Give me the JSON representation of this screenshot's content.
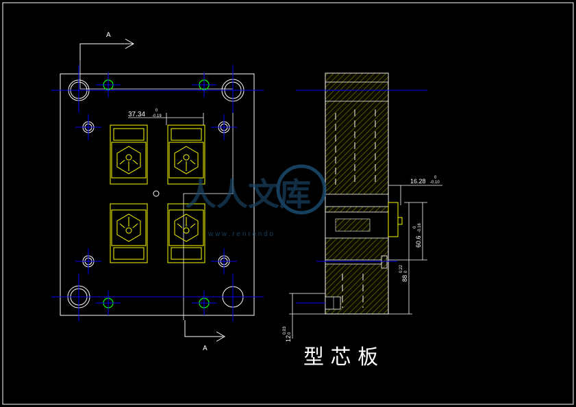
{
  "drawing": {
    "title": "型 芯 板",
    "section_marks": {
      "top": "A",
      "bottom": "A"
    },
    "dimensions": {
      "width_value": "37.34",
      "width_tol_upper": "0",
      "width_tol_lower": "-0.19",
      "right_top_value": "16.28",
      "right_top_tol_upper": "0",
      "right_top_tol_lower": "-0.10",
      "height_606": "60.6",
      "height_606_tol_upper": "0",
      "height_606_tol_lower": "-0.16",
      "height_88": "88",
      "height_88_tol_upper": "0.22",
      "height_88_tol_lower": "0",
      "height_12": "12",
      "height_12_tol_upper": "0.03",
      "height_12_tol_lower": "0"
    },
    "watermark": {
      "text": "人人文库",
      "url": "w w w . r e n r e n d o"
    },
    "colors": {
      "background": "#000000",
      "outline": "#ffffff",
      "center_line": "#0000ff",
      "cavity": "#ffff00",
      "green_hole": "#00ff00",
      "watermark": "#1b4a6e"
    }
  }
}
